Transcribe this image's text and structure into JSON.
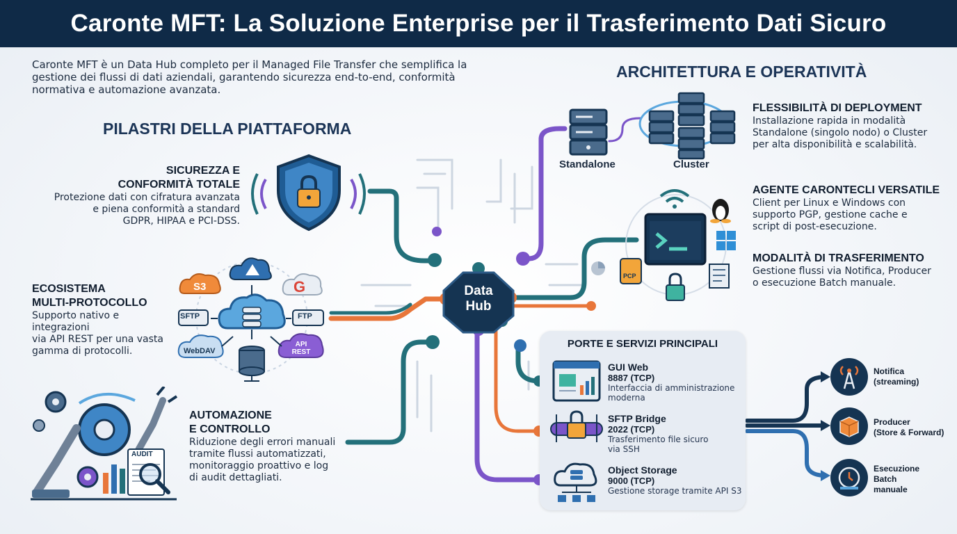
{
  "title": "Caronte MFT: La Soluzione Enterprise per il Trasferimento Dati Sicuro",
  "intro": "Caronte MFT è un Data Hub completo per il Managed File Transfer che semplifica la gestione dei flussi di dati aziendali, garantendo sicurezza end-to-end, conformità normativa e automazione avanzata.",
  "pillars": {
    "heading": "PILASTRI DELLA PIATTAFORMA",
    "security": {
      "title_1": "SICUREZZA E",
      "title_2": "CONFORMITÀ TOTALE",
      "text_1": "Protezione dati con cifratura avanzata",
      "text_2": "e piena conformità a standard",
      "text_3": "GDPR, HIPAA e PCI-DSS."
    },
    "ecosystem": {
      "title_1": "ECOSISTEMA",
      "title_2": "MULTI-PROTOCOLLO",
      "text_1": "Supporto nativo e integrazioni",
      "text_2": "via API REST per una vasta",
      "text_3": "gamma di protocolli.",
      "tags": {
        "s3": "S3",
        "sftp": "SFTP",
        "ftp": "FTP",
        "webdav": "WebDAV",
        "api_1": "API",
        "api_2": "REST"
      }
    },
    "automation": {
      "title_1": "AUTOMAZIONE",
      "title_2": "E CONTROLLO",
      "text_1": "Riduzione degli errori manuali",
      "text_2": "tramite flussi automatizzati,",
      "text_3": "monitoraggio proattivo e log",
      "text_4": "di audit dettagliati.",
      "audit_tag": "AUDIT"
    }
  },
  "hub": {
    "line_1": "Data",
    "line_2": "Hub"
  },
  "architecture": {
    "heading": "ARCHITETTURA E OPERATIVITÀ",
    "standalone_label": "Standalone",
    "cluster_label": "Cluster",
    "pcp_tag": "PCP",
    "deployment": {
      "title": "FLESSIBILITÀ DI DEPLOYMENT",
      "text_1": "Installazione rapida in modalità",
      "text_2": "Standalone (singolo nodo) o Cluster",
      "text_3": "per alta disponibilità e scalabilità."
    },
    "agent": {
      "title": "AGENTE CARONTECLI VERSATILE",
      "text_1": "Client per Linux e Windows con",
      "text_2": "supporto PGP, gestione cache e",
      "text_3": "script di post-esecuzione."
    },
    "transfer": {
      "title": "MODALITÀ DI TRASFERIMENTO",
      "text_1": "Gestione flussi via Notifica, Producer",
      "text_2": "o esecuzione Batch manuale."
    }
  },
  "ports": {
    "heading": "PORTE E SERVIZI PRINCIPALI",
    "items": [
      {
        "name": "GUI Web",
        "port": "8887 (TCP)",
        "desc_1": "Interfaccia di amministrazione",
        "desc_2": "moderna"
      },
      {
        "name": "SFTP Bridge",
        "port": "2022 (TCP)",
        "desc_1": "Trasferimento file sicuro",
        "desc_2": "via SSH"
      },
      {
        "name": "Object Storage",
        "port": "9000 (TCP)",
        "desc_1": "Gestione storage tramite API S3",
        "desc_2": ""
      }
    ]
  },
  "modes": [
    {
      "line_1": "Notifica",
      "line_2": "(streaming)",
      "line_3": ""
    },
    {
      "line_1": "Producer",
      "line_2": "(Store & Forward)",
      "line_3": ""
    },
    {
      "line_1": "Esecuzione",
      "line_2": "Batch",
      "line_3": "manuale"
    }
  ],
  "colors": {
    "navy": "#0f2a47",
    "teal": "#23707a",
    "purple": "#7b55c9",
    "orange": "#e8763a",
    "blue": "#2f6fb0"
  }
}
